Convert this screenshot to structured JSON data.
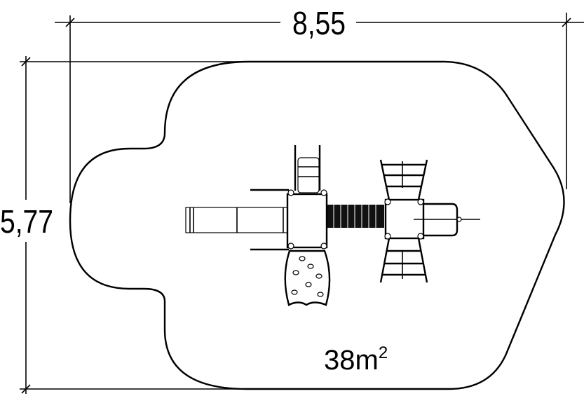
{
  "dimensions": {
    "width_label": "8,55",
    "height_label": "5,77"
  },
  "area": {
    "value": "38m",
    "superscript": "2"
  }
}
